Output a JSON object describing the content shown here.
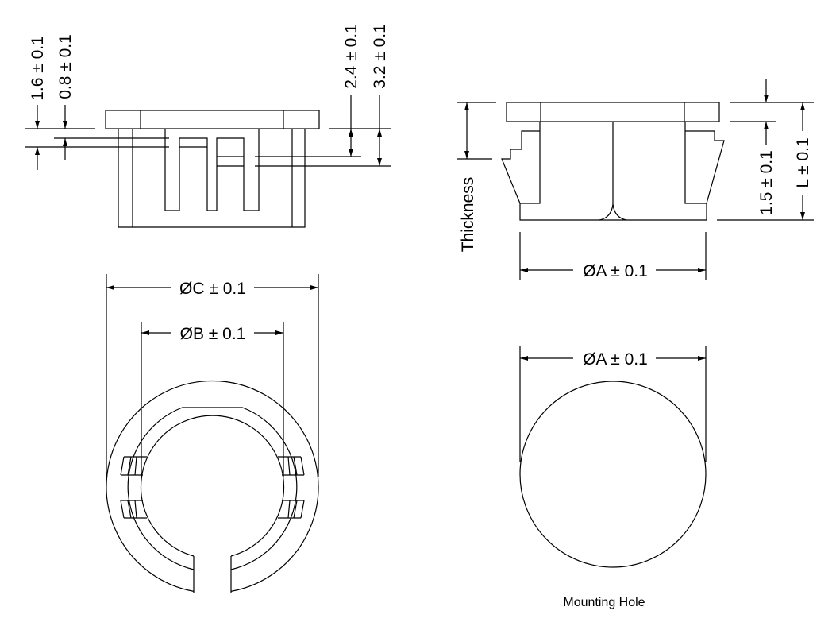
{
  "drawing": {
    "side_view_left": {
      "dim_1": "1.6 ± 0.1",
      "dim_2": "0.8 ± 0.1",
      "dim_3": "2.4 ± 0.1",
      "dim_4": "3.2 ± 0.1"
    },
    "top_view_left": {
      "dim_c": "ØC ± 0.1",
      "dim_b": "ØB ± 0.1"
    },
    "side_view_right": {
      "thickness": "Thickness",
      "dim_15": "1.5 ± 0.1",
      "dim_l": "L ± 0.1",
      "dim_a": "ØA ± 0.1"
    },
    "mounting_hole": {
      "dim_a": "ØA ± 0.1",
      "caption": "Mounting Hole"
    }
  }
}
